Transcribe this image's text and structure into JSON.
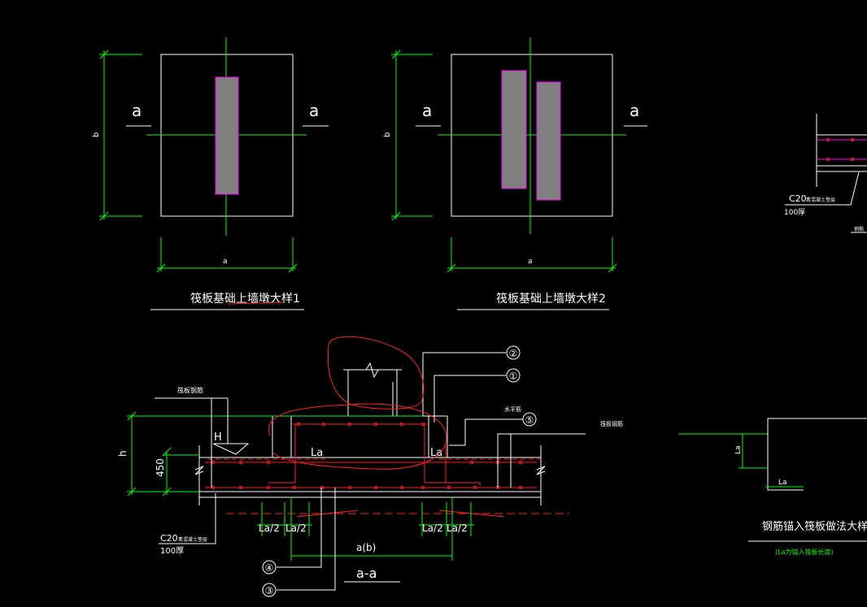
{
  "detail1": {
    "section_mark_left": "a",
    "section_mark_right": "a",
    "dim_b": "b",
    "dim_a": "a",
    "title": "筏板基础上墙墩大样1"
  },
  "detail2": {
    "section_mark_left": "a",
    "section_mark_right": "a",
    "dim_b": "b",
    "dim_a": "a",
    "title": "筏板基础上墙墩大样2"
  },
  "section": {
    "callouts": [
      "②",
      "①",
      "⑤",
      "④",
      "③"
    ],
    "label_h": "h",
    "label_H": "H",
    "dim_450": "450",
    "label_La_left": "La",
    "label_La_right": "La",
    "dim_La2": [
      "La/2",
      "La/2",
      "La/2",
      "La/2"
    ],
    "dim_ab": "a(b)",
    "title": "a-a",
    "top_left_note": "筏板钢筋",
    "top_right_note_1": "水平筋",
    "top_right_note_2": "筏板钢筋",
    "concrete_1": "C20",
    "concrete_note": "素混凝土垫层",
    "thickness_1": "100厚"
  },
  "right_detail": {
    "concrete": "C20",
    "concrete_note": "素混凝土垫层",
    "thickness": "100厚",
    "side_note": "钢筋",
    "label_La_vert": "La",
    "label_La_horiz": "La",
    "title": "钢筋锚入筏板做法大样",
    "subtitle": "(La为锚入筏板长度)"
  },
  "colors": {
    "background": "#000000",
    "line": "#ffffff",
    "dimension": "#00ff00",
    "wall": "#ff00ff",
    "rebar": "#ff2020",
    "markup": "#ff2020"
  }
}
